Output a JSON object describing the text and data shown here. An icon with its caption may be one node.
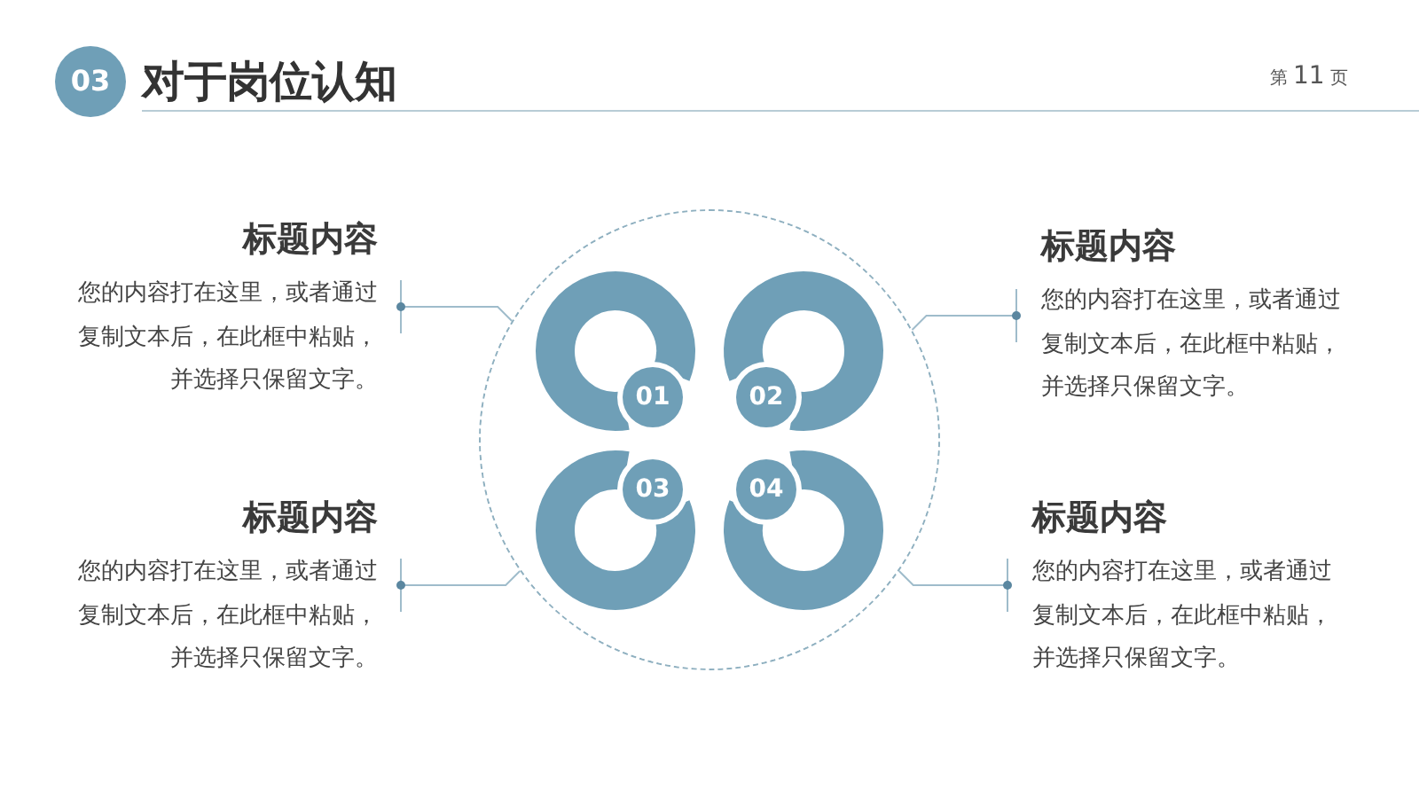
{
  "diagram": {
    "title": "对于岗位认知",
    "nodes": [
      {
        "text": [
          "03"
        ]
      },
      {
        "text": [
          "标题内容",
          "您的内容打在这里，或者通过复制文本后，在此框中粘贴，并选择只保留文字。"
        ]
      },
      {
        "text": [
          "标题内容",
          "您的内容打在这里，或者通过复制文本后，在此框中粘贴，并选择只保留文字。"
        ]
      },
      {
        "text": [],
        "shape": "circle"
      },
      {
        "text": [
          "01"
        ],
        "in": 3
      },
      {
        "text": [
          "02"
        ],
        "in": 3
      },
      {
        "text": [
          "03"
        ],
        "in": 3
      },
      {
        "text": [
          "04"
        ],
        "in": 3
      },
      {
        "text": [
          "标题内容",
          "您的内容打在这里，或者通过复制文本后，在此框中粘贴，并选择只保留文字。"
        ]
      },
      {
        "text": [
          "标题内容",
          "您的内容打在这里，或者通过复制文本后，在此框中粘贴，并选择只保留文字。"
        ]
      }
    ],
    "edges": [
      {
        "from": 1,
        "to": 3,
        "arrow": "other"
      },
      {
        "from": 2,
        "to": 3,
        "arrow": "other"
      },
      {
        "from": 8,
        "to": 3,
        "arrow": "other"
      },
      {
        "from": 9,
        "to": 3,
        "arrow": "other"
      }
    ],
    "labels": [
      "第",
      "11",
      "页"
    ]
  }
}
